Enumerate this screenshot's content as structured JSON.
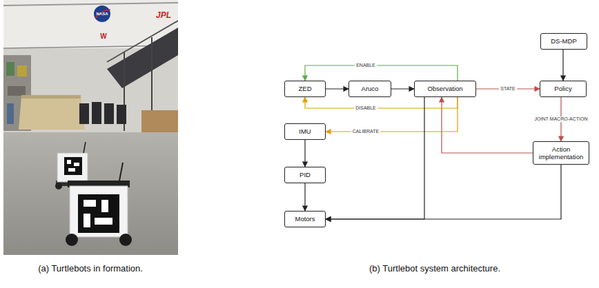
{
  "diagram": {
    "nodes": [
      {
        "text": [
          "ZED"
        ]
      },
      {
        "text": [
          "Aruco"
        ]
      },
      {
        "text": [
          "Observation"
        ]
      },
      {
        "text": [
          "Policy"
        ]
      },
      {
        "text": [
          "DS-MDP"
        ]
      },
      {
        "text": [
          "IMU"
        ]
      },
      {
        "text": [
          "PID"
        ]
      },
      {
        "text": [
          "Motors"
        ]
      },
      {
        "text": [
          "Action implementation"
        ]
      }
    ],
    "edges": [
      {
        "from": 0,
        "to": 1,
        "arrow": "to"
      },
      {
        "from": 1,
        "to": 2,
        "arrow": "to"
      },
      {
        "from": 2,
        "to": 3,
        "label": "STATE",
        "arrow": "to"
      },
      {
        "from": 4,
        "to": 3,
        "arrow": "to"
      },
      {
        "from": 3,
        "to": 8,
        "label": "JOINT MACRO-ACTION",
        "arrow": "to"
      },
      {
        "from": 8,
        "to": 2,
        "arrow": "to"
      },
      {
        "from": 8,
        "to": 7,
        "arrow": "to"
      },
      {
        "from": 2,
        "to": 0,
        "label": "ENABLE",
        "arrow": "to"
      },
      {
        "from": 2,
        "to": 0,
        "label": "DISABLE",
        "arrow": "to"
      },
      {
        "from": 2,
        "to": 5,
        "label": "CALIBRATE",
        "arrow": "to"
      },
      {
        "from": 2,
        "to": 7,
        "arrow": "to"
      },
      {
        "from": 5,
        "to": 6,
        "arrow": "to"
      },
      {
        "from": 6,
        "to": 7,
        "arrow": "to"
      }
    ],
    "labels": [
      "NASA",
      "JPL",
      "W",
      "(a) Turtlebots in formation.",
      "(b) Turtlebot system architecture."
    ]
  }
}
